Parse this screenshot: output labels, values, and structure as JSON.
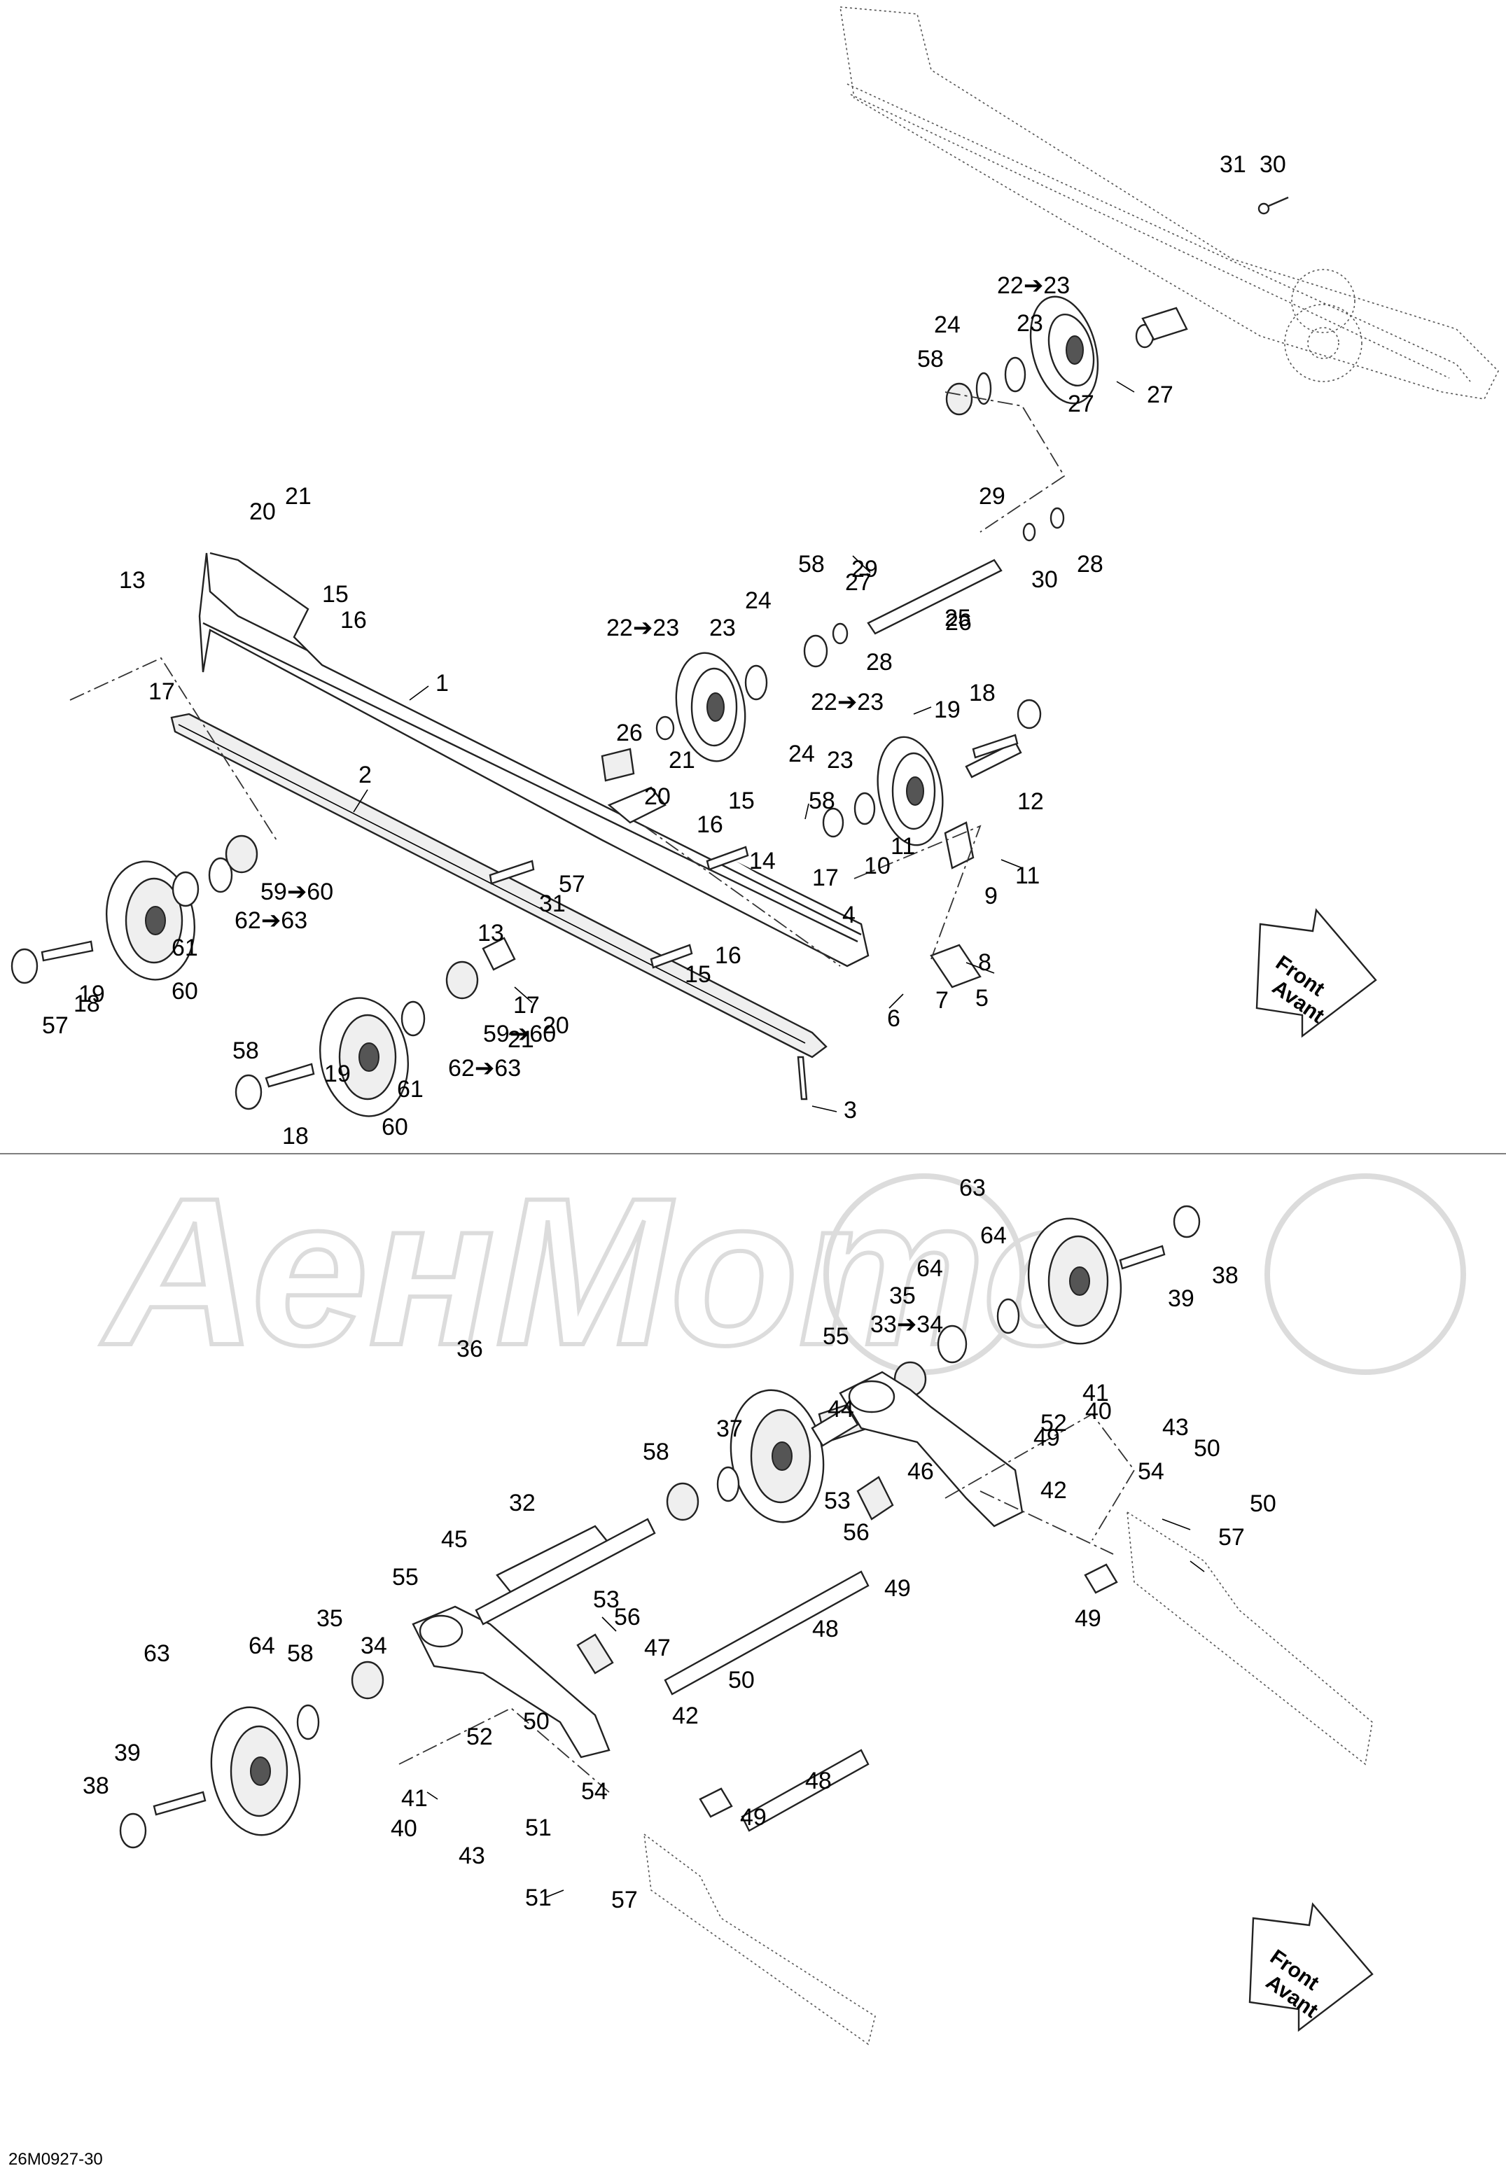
{
  "figure_code": "26M0927-30",
  "arrow_labels": [
    {
      "line1": "Front",
      "line2": "Avant"
    },
    {
      "line1": "Front",
      "line2": "Avant"
    }
  ],
  "colors": {
    "line": "#222222",
    "watermark": "#dcdcdc",
    "background": "#ffffff"
  },
  "callouts": [
    "1",
    "2",
    "3",
    "4",
    "5",
    "6",
    "7",
    "8",
    "9",
    "10",
    "11",
    "11",
    "12",
    "13",
    "13",
    "14",
    "15",
    "15",
    "15",
    "16",
    "16",
    "16",
    "17",
    "17",
    "17",
    "18",
    "18",
    "18",
    "19",
    "19",
    "19",
    "20",
    "20",
    "20",
    "21",
    "21",
    "21",
    "22➔23",
    "22➔23",
    "22➔23",
    "23",
    "23",
    "23",
    "24",
    "24",
    "24",
    "25",
    "26",
    "26",
    "27",
    "27",
    "27",
    "28",
    "28",
    "29",
    "29",
    "30",
    "30",
    "31",
    "31",
    "57",
    "57",
    "58",
    "58",
    "58",
    "58",
    "59➔60",
    "59➔60",
    "60",
    "60",
    "61",
    "61",
    "62➔63",
    "62➔63",
    "63",
    "63",
    "64",
    "64",
    "64",
    "58",
    "58",
    "35",
    "35",
    "33➔34",
    "34",
    "36",
    "37",
    "32",
    "44",
    "45",
    "55",
    "55",
    "53",
    "53",
    "56",
    "56",
    "46",
    "47",
    "48",
    "48",
    "49",
    "49",
    "49",
    "49",
    "50",
    "50",
    "50",
    "50",
    "51",
    "51",
    "52",
    "52",
    "42",
    "42",
    "41",
    "41",
    "40",
    "40",
    "43",
    "43",
    "54",
    "54",
    "57",
    "57",
    "38",
    "38",
    "39",
    "39"
  ]
}
